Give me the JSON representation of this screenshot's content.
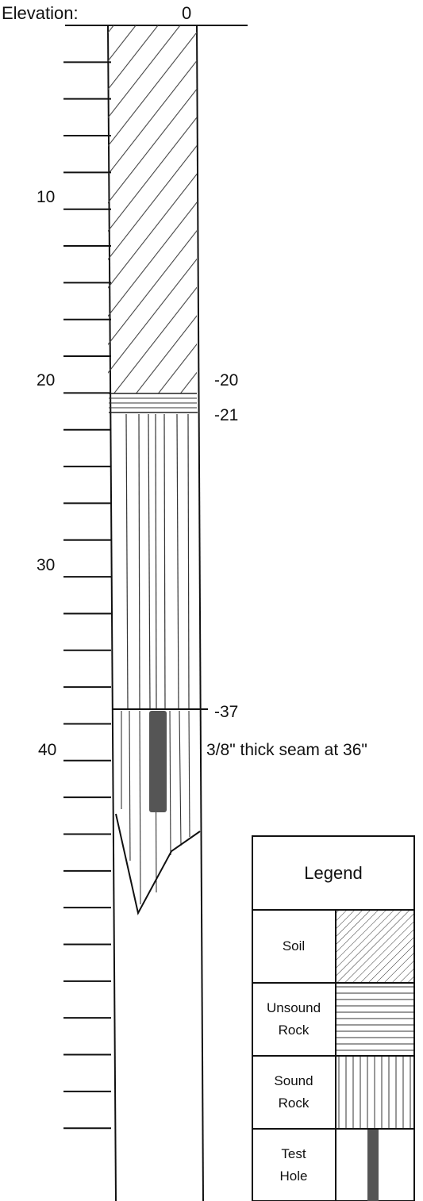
{
  "header": {
    "label": "Elevation:",
    "top_value": "0"
  },
  "depth_scale": [
    {
      "value": "10",
      "depth": 10
    },
    {
      "value": "20",
      "depth": 20
    },
    {
      "value": "30",
      "depth": 30
    },
    {
      "value": "40",
      "depth": 40
    }
  ],
  "tick_depths": [
    2,
    4,
    6,
    8,
    10,
    12,
    14,
    16,
    18,
    20,
    22,
    24,
    26,
    28,
    30,
    32,
    34,
    36,
    38,
    40,
    42,
    44,
    46,
    48,
    50,
    52,
    54,
    56,
    58,
    60
  ],
  "layer_boundaries": [
    {
      "text": "-20",
      "depth": 20
    },
    {
      "text": "-21",
      "depth": 21
    },
    {
      "text": "-37",
      "depth": 37
    }
  ],
  "annotation": {
    "text": "3/8\" thick seam at 36\""
  },
  "legend": {
    "title": "Legend",
    "items": [
      {
        "label": [
          "Soil"
        ],
        "pattern": "diagonal-hatch"
      },
      {
        "label": [
          "Unsound",
          "Rock"
        ],
        "pattern": "horizontal-lines"
      },
      {
        "label": [
          "Sound",
          "Rock"
        ],
        "pattern": "vertical-lines"
      },
      {
        "label": [
          "Test",
          "Hole"
        ],
        "pattern": "solid-bar"
      }
    ]
  },
  "colors": {
    "line": "#111111",
    "hatch": "#444444",
    "test_hole": "#555555",
    "background": "#ffffff"
  }
}
